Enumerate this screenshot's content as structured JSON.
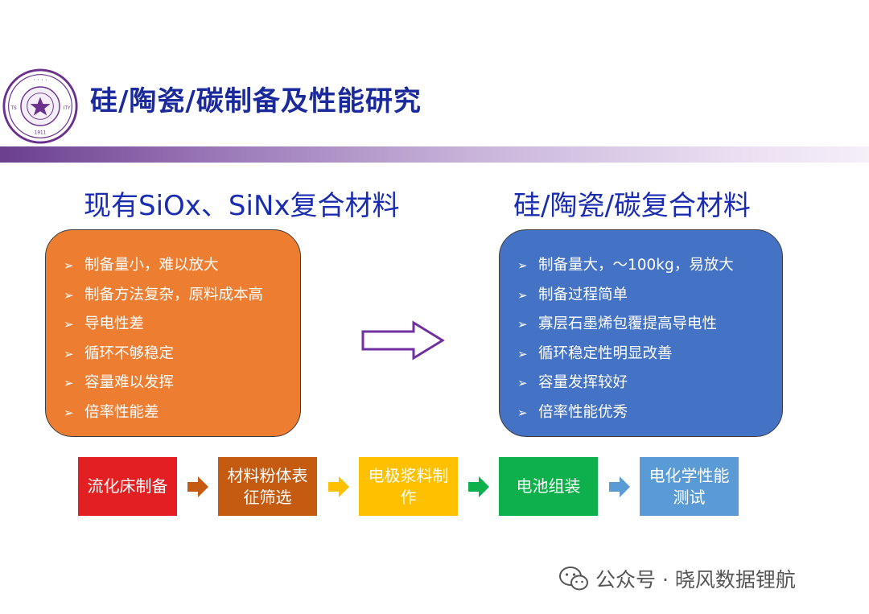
{
  "slide": {
    "title": "硅/陶瓷/碳制备及性能研究",
    "logo_text": "TSINGHUA UNIVERSITY 1911"
  },
  "left_panel": {
    "heading": "现有SiOx、SiNx复合材料",
    "color": "#ed7d31",
    "items": [
      "制备量小，难以放大",
      "制备方法复杂，原料成本高",
      "导电性差",
      "循环不够稳定",
      "容量难以发挥",
      "倍率性能差"
    ]
  },
  "right_panel": {
    "heading": "硅/陶瓷/碳复合材料",
    "color": "#4472c4",
    "items": [
      "制备量大，～100kg，易放大",
      "制备过程简单",
      "寡层石墨烯包覆提高导电性",
      "循环稳定性明显改善",
      "容量发挥较好",
      "倍率性能优秀"
    ]
  },
  "bullet_symbol": "➢",
  "process_steps": [
    {
      "label": "流化床制备",
      "color": "#e41f22"
    },
    {
      "label": "材料粉体表征筛选",
      "color": "#c55a11"
    },
    {
      "label": "电极浆料制作",
      "color": "#ffc000"
    },
    {
      "label": "电池组装",
      "color": "#0db04b"
    },
    {
      "label": "电化学性能测试",
      "color": "#5b9bd5"
    }
  ],
  "watermark": {
    "icon": "wechat-icon",
    "text": "公众号 · 晓风数据锂航"
  }
}
